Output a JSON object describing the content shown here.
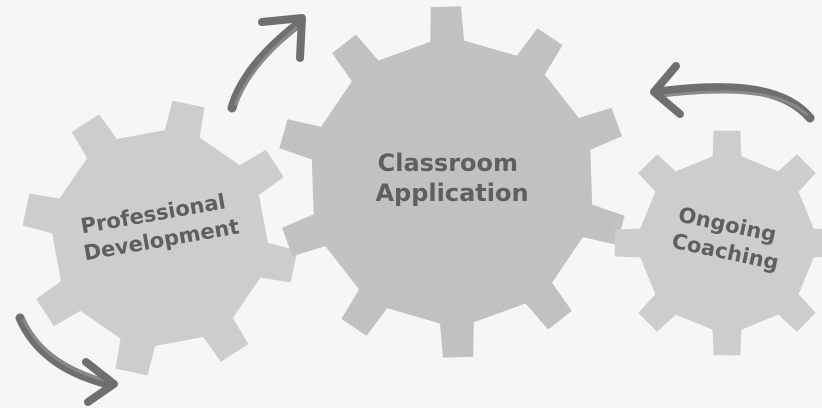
{
  "gears": [
    {
      "id": "professional-development",
      "lines": [
        "Professional",
        "Development"
      ]
    },
    {
      "id": "classroom-application",
      "lines": [
        "Classroom",
        "Application"
      ]
    },
    {
      "id": "ongoing-coaching",
      "lines": [
        "Ongoing",
        "Coaching"
      ]
    }
  ],
  "colors": {
    "background": "#f6f6f6",
    "gear_fill": "#cfcfcf",
    "gear_fill_dark": "#c2c2c2",
    "label": "#5f5f5f",
    "arrow": "#6f6f6f"
  },
  "icons": [
    "gear-icon",
    "curved-arrow-icon"
  ]
}
